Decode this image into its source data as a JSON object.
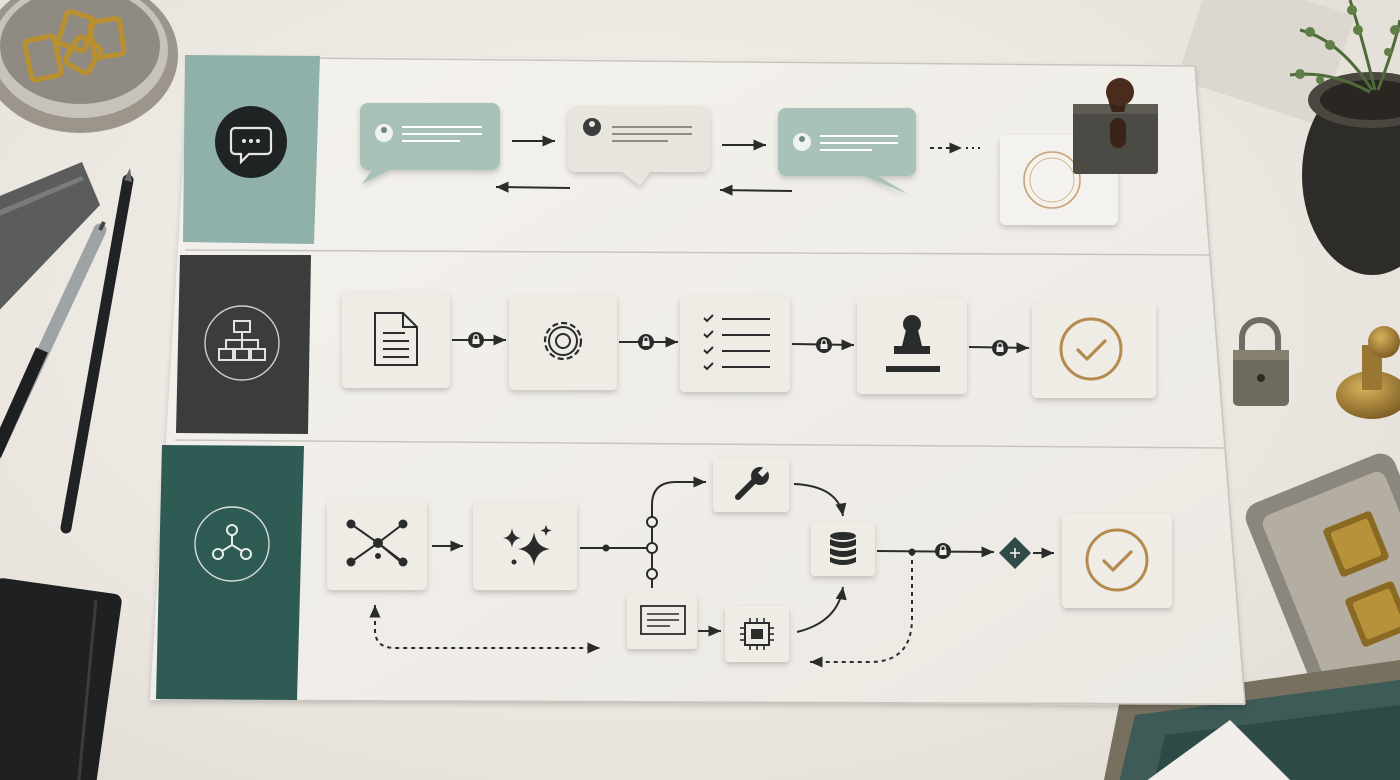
{
  "colors": {
    "desk": "#ece8e1",
    "paper": "#f2f0eb",
    "lane1_band": "#8fb1a9",
    "lane2_band": "#3b3d3c",
    "lane3_band": "#2f5b55",
    "card": "#eeebe5",
    "card_sage": "#a8c2ba",
    "ink": "#2a2c2c",
    "gold": "#b58a4e"
  },
  "lanes": [
    {
      "name": "conversation-lane",
      "band_icon": "chat-bubble-icon",
      "nodes": [
        "message-card-icon",
        "message-card-icon",
        "message-card-icon",
        "stamp-seal-icon"
      ]
    },
    {
      "name": "approval-lane",
      "band_icon": "org-chart-icon",
      "nodes": [
        "document-icon",
        "gear-icon",
        "checklist-icon",
        "stamp-icon",
        "check-circle-icon"
      ],
      "connector_icon": "lock-icon"
    },
    {
      "name": "data-pipeline-lane",
      "band_icon": "network-icon",
      "nodes": [
        "graph-icon",
        "sparkle-icon",
        "wrench-icon",
        "database-icon",
        "form-icon",
        "chip-icon",
        "diamond-plus-icon",
        "check-circle-icon"
      ],
      "connector_icon": "lock-icon"
    }
  ],
  "props": [
    "brass-paperclips",
    "ruler",
    "pencils",
    "notebook",
    "padlock",
    "brass-stamp",
    "stamp-tray",
    "plant-pot",
    "paper-stack"
  ]
}
